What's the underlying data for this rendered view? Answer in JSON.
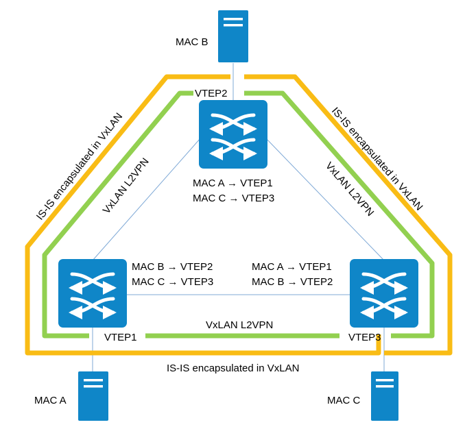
{
  "colors": {
    "switch": "#0f86c8",
    "server": "#0f86c8",
    "isis_path": "#f9bc15",
    "l2vpn_path": "#92d050",
    "link": "#7fa9d6"
  },
  "servers": {
    "mac_b": {
      "label": "MAC B",
      "icon": "server-icon"
    },
    "mac_a": {
      "label": "MAC A",
      "icon": "server-icon"
    },
    "mac_c": {
      "label": "MAC C",
      "icon": "server-icon"
    }
  },
  "vteps": {
    "vtep2": {
      "label": "VTEP2",
      "icon": "switch-icon",
      "table": [
        "MAC A → VTEP1",
        "MAC C → VTEP3"
      ]
    },
    "vtep1": {
      "label": "VTEP1",
      "icon": "switch-icon",
      "table": [
        "MAC B → VTEP2",
        "MAC C → VTEP3"
      ]
    },
    "vtep3": {
      "label": "VTEP3",
      "icon": "switch-icon",
      "table": [
        "MAC A → VTEP1",
        "MAC B → VTEP2"
      ]
    }
  },
  "paths": {
    "isis_left": "IS-IS encapsulated in VxLAN",
    "isis_right": "IS-IS encapsulated in VxLAN",
    "isis_bottom": "IS-IS encapsulated in VxLAN",
    "l2vpn_left": "VxLAN L2VPN",
    "l2vpn_right": "VxLAN L2VPN",
    "l2vpn_bottom": "VxLAN L2VPN"
  }
}
